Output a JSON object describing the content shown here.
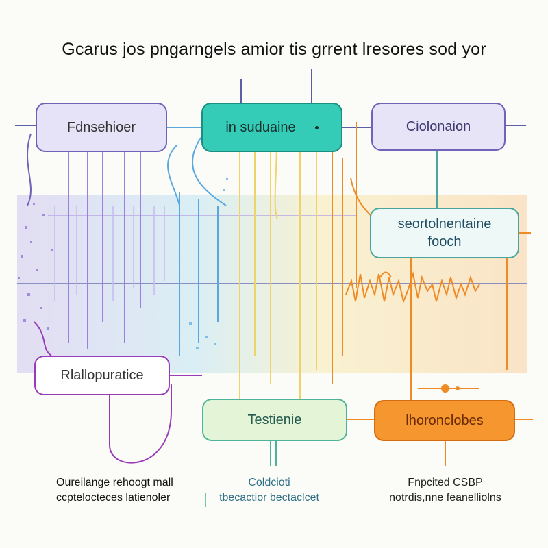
{
  "title": "Gcarus jos pngarngels amior tis grrent lresores sod yor",
  "boxes": {
    "top_left": "Fdnsehioer",
    "top_center": "in suduaine",
    "top_right": "Ciolonaion",
    "mid_right_line1": "seortolnentaine",
    "mid_right_line2": "fooch",
    "mid_left": "Rlallopuratice",
    "bottom_center": "Testienie",
    "bottom_right": "lhoronclobes"
  },
  "captions": {
    "left_line1": "Oureilange rehoogt mall",
    "left_line2": "ccptelocteces latienoler",
    "center_line1": "Coldcioti",
    "center_line2": "tbecactior bectaclcet",
    "right_line1": "Fnpcited CSBP",
    "right_line2": "notrdis,nne feanelliolns"
  },
  "colors": {
    "purple": "#7d68c9",
    "teal": "#34cbb7",
    "blue": "#5aa7df",
    "yellow": "#f0d26a",
    "orange": "#f08a24",
    "magenta": "#9a3cb9"
  }
}
